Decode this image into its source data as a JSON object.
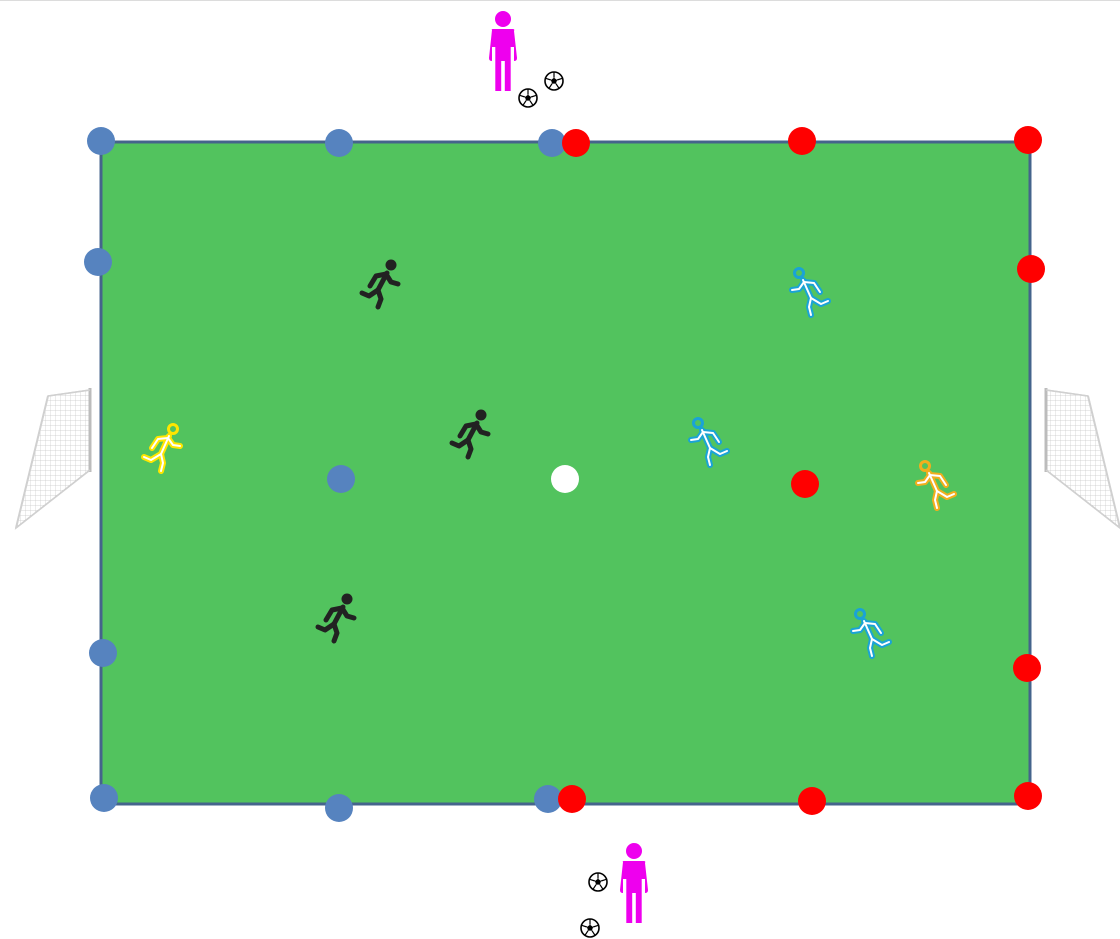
{
  "diagram": {
    "pitch": {
      "fill": "#52c35e",
      "border": "#45648c"
    },
    "cone_colors": {
      "blue_team": "#5683bf",
      "red_team": "#ff0000",
      "center": "#ffffff"
    },
    "player_colors": {
      "attacker": "#222222",
      "defender": "#1aa3d6",
      "left_goalkeeper": "#ffe600",
      "right_goalkeeper": "#f2ae1d",
      "server": "#ee00ee"
    },
    "counts": {
      "attackers": 3,
      "defenders": 3,
      "goalkeepers": 2,
      "servers": 2,
      "goals": 2,
      "blue_cones": 9,
      "red_cones": 9,
      "balls": 4
    }
  }
}
